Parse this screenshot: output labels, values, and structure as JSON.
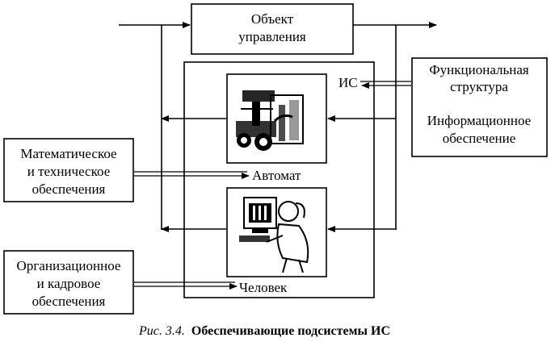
{
  "blocks": {
    "object": [
      "Объект",
      "управления"
    ],
    "is_label": "ИС",
    "functional": [
      "Функциональная",
      "структура"
    ],
    "informational": [
      "Информационное",
      "обеспечение"
    ],
    "math": [
      "Математическое",
      "и техническое",
      "обеспечения"
    ],
    "org": [
      "Организационное",
      "и кадровое",
      "обеспечения"
    ],
    "automat": "Автомат",
    "human": "Человек"
  },
  "icons": {
    "automat": "machine-equipment-illustration",
    "human": "person-at-computer-illustration"
  },
  "caption": {
    "prefix": "Рис. 3.4.",
    "text": "Обеспечивающие подсистемы ИС"
  }
}
